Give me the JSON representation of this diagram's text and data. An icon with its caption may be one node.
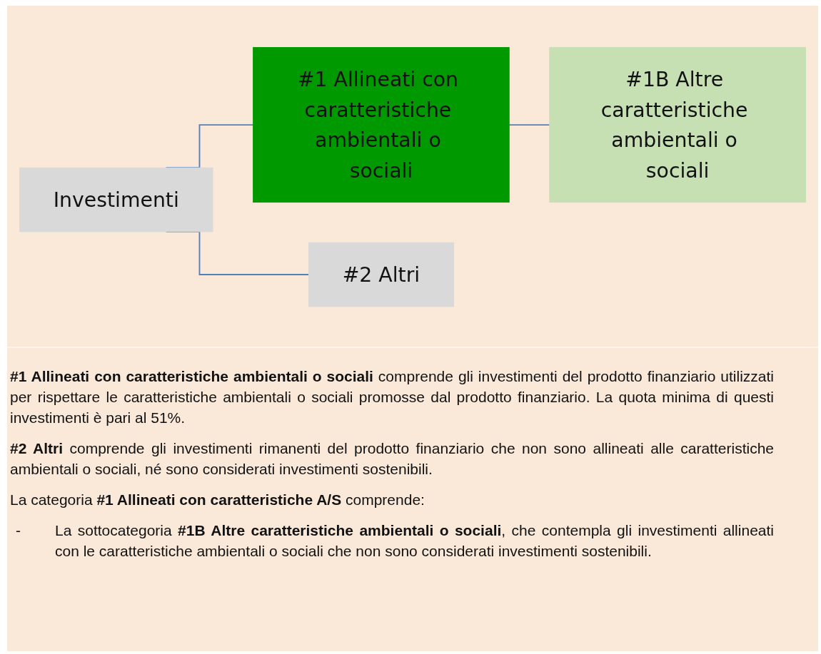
{
  "diagram": {
    "nodes": [
      {
        "text": [
          "Investimenti"
        ]
      },
      {
        "text": [
          "#1 Allineati con caratteristiche ambientali o sociali"
        ]
      },
      {
        "text": [
          "#1B Altre caratteristiche ambientali o sociali"
        ]
      },
      {
        "text": [
          "#2 Altri"
        ]
      }
    ],
    "edges": [
      {
        "from": 0,
        "to": 1,
        "arrow": "none"
      },
      {
        "from": 1,
        "to": 2,
        "arrow": "none"
      },
      {
        "from": 0,
        "to": 3,
        "arrow": "none"
      }
    ],
    "labels": [
      "**#1 Allineati con caratteristiche ambientali o sociali** comprende gli investimenti del prodotto finanziario utilizzati per rispettare le caratteristiche ambientali o sociali promosse dal prodotto finanziario. La quota minima di questi investimenti è pari al 51%.",
      "**#2 Altri** comprende gli investimenti rimanenti del prodotto finanziario che non sono allineati alle caratteristiche ambientali o sociali, né sono considerati investimenti sostenibili.",
      "La categoria **#1 Allineati con caratteristiche A/S** comprende:",
      "-",
      "La sottocategoria **#1B Altre caratteristiche ambientali o sociali**, che contempla gli investimenti allineati con le caratteristiche ambientali o sociali che non sono considerati investimenti sostenibili."
    ]
  }
}
